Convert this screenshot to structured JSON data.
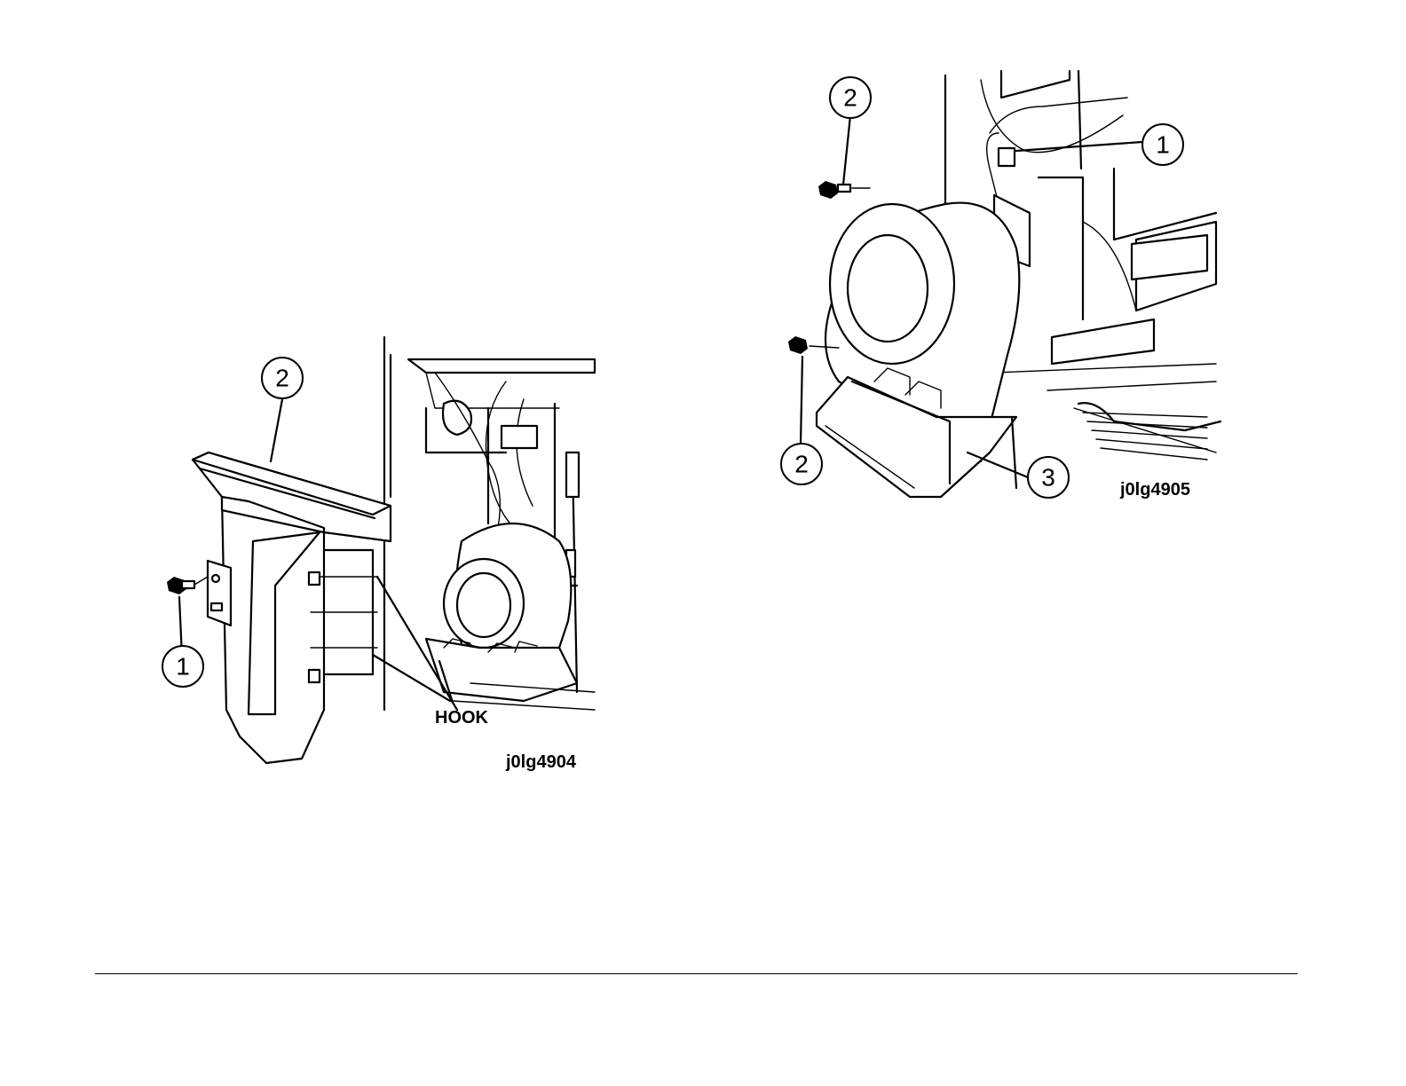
{
  "figures": [
    {
      "id": "j0lg4904",
      "callouts": [
        "2",
        "1"
      ],
      "labels": {
        "hook": "HOOK"
      }
    },
    {
      "id": "j0lg4905",
      "callouts": [
        "2",
        "1",
        "2",
        "3"
      ]
    }
  ]
}
